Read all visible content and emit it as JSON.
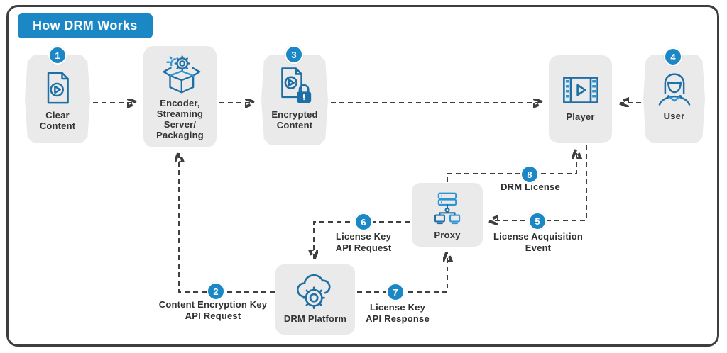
{
  "title": "How DRM Works",
  "colors": {
    "accent_blue": "#1b87c4",
    "icon_blue_dark": "#1e6fa6",
    "icon_blue_light": "#2e94d4",
    "node_background": "#eaeaea",
    "connector_gray": "#3f3f3f",
    "text_dark": "#333333",
    "frame_border": "#3e3e3e"
  },
  "nodes": {
    "clear_content": {
      "badge": "1",
      "label_lines": [
        "Clear",
        "Content"
      ]
    },
    "encoder": {
      "label_lines": [
        "Encoder,",
        "Streaming",
        "Server/",
        "Packaging"
      ]
    },
    "encrypted_content": {
      "badge": "3",
      "label_lines": [
        "Encrypted",
        "Content"
      ]
    },
    "player": {
      "label_lines": [
        "Player"
      ]
    },
    "user": {
      "badge": "4",
      "label_lines": [
        "User"
      ]
    },
    "proxy": {
      "label_lines": [
        "Proxy"
      ]
    },
    "drm_platform": {
      "label_lines": [
        "DRM Platform"
      ]
    }
  },
  "edges": {
    "content_encryption_key_request": {
      "badge": "2",
      "label_lines": [
        "Content Encryption Key",
        "API Request"
      ]
    },
    "license_acquisition_event": {
      "badge": "5",
      "label_lines": [
        "License Acquisition",
        "Event"
      ]
    },
    "license_key_api_request": {
      "badge": "6",
      "label_lines": [
        "License Key",
        "API Request"
      ]
    },
    "license_key_api_response": {
      "badge": "7",
      "label_lines": [
        "License Key",
        "API Response"
      ]
    },
    "drm_license": {
      "badge": "8",
      "label_lines": [
        "DRM License"
      ]
    }
  }
}
